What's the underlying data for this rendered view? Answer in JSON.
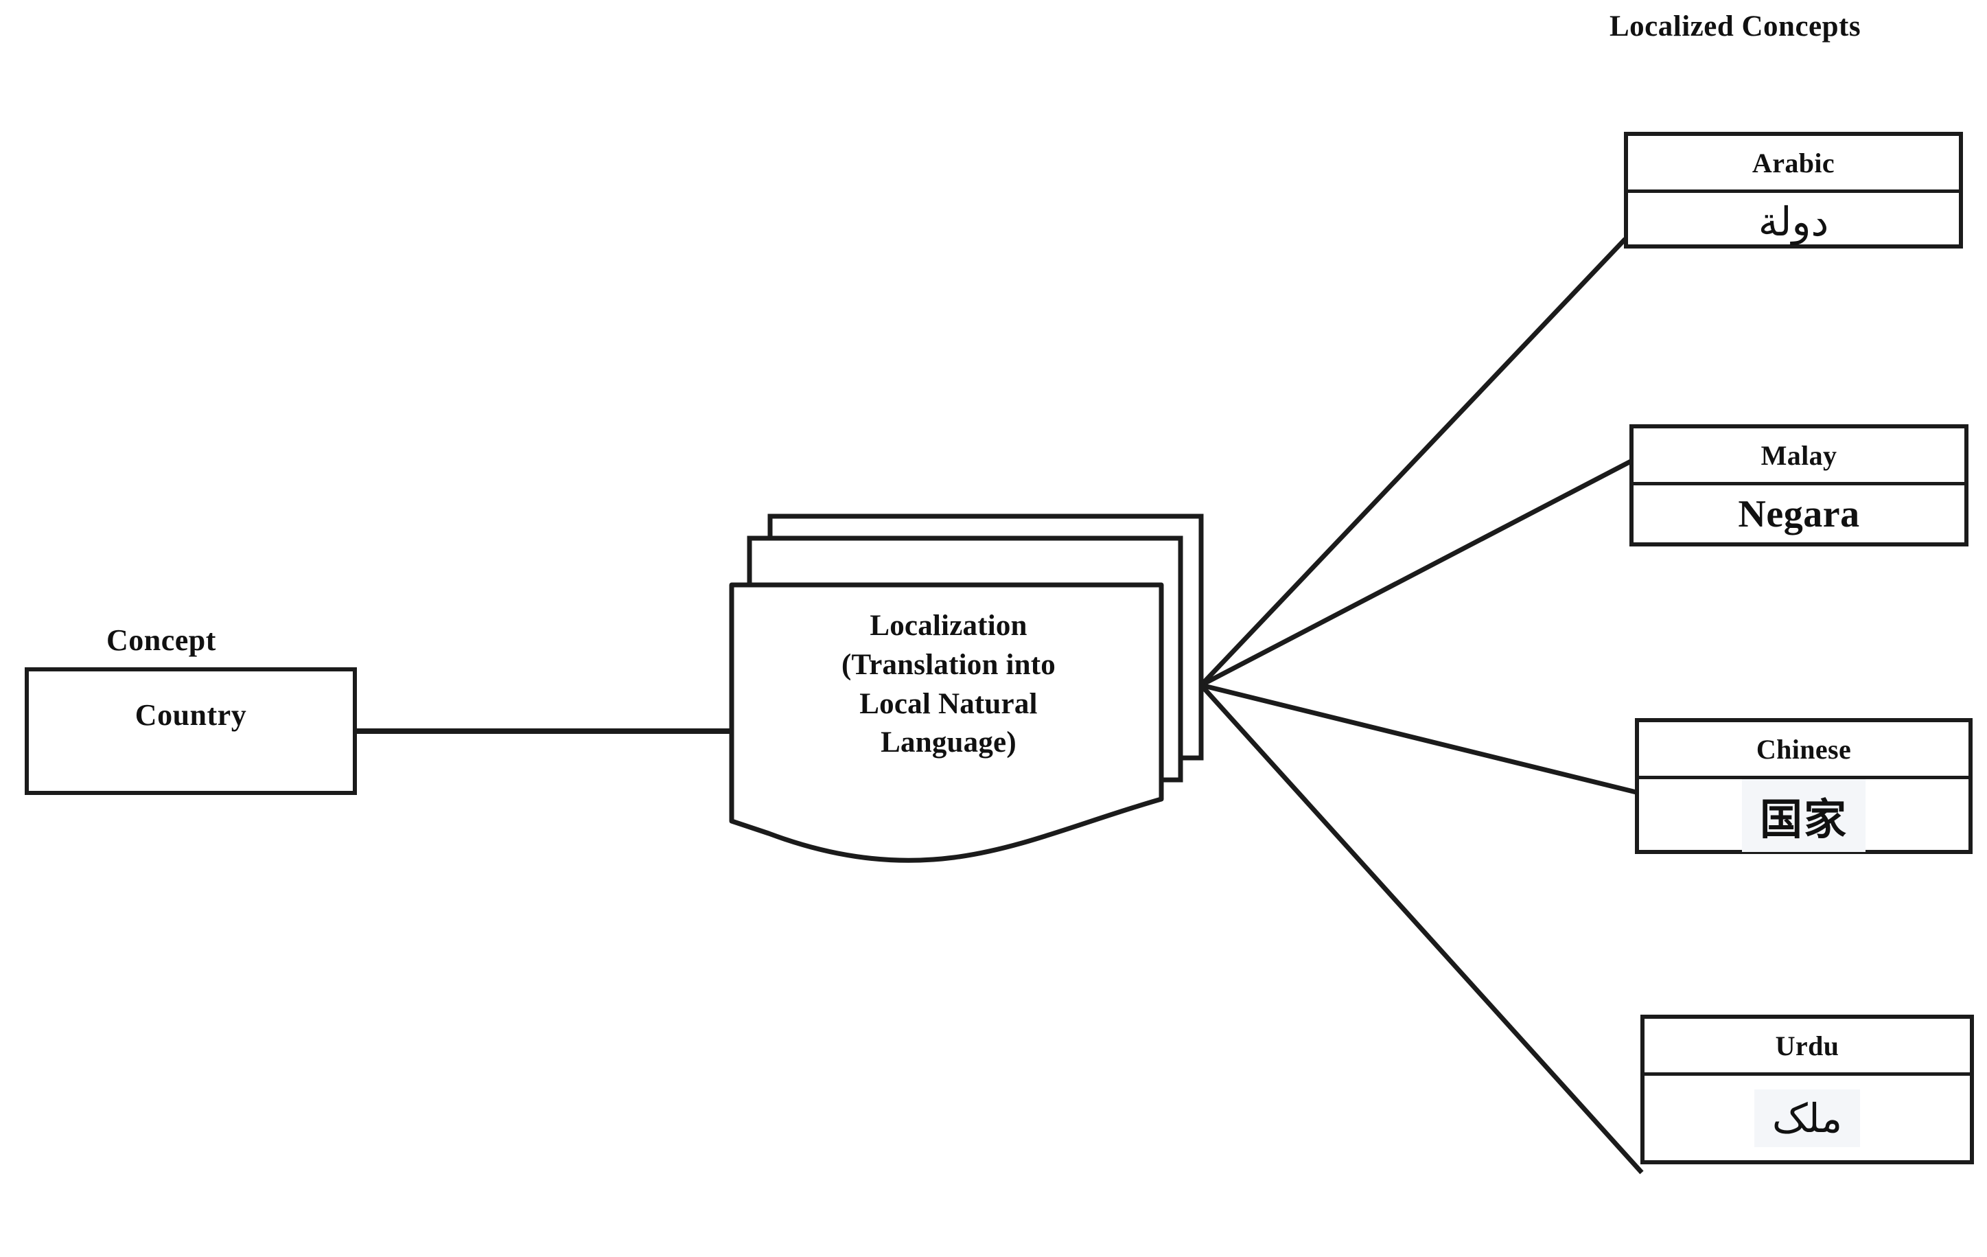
{
  "diagram": {
    "title": "Localized Concepts",
    "source": {
      "caption": "Concept",
      "value": "Country"
    },
    "process": {
      "label_line1": "Localization",
      "label_line2": "(Translation into",
      "label_line3": "Local Natural",
      "label_line4": "Language)",
      "shape": "document-stack",
      "stack_count": 3
    },
    "localized": [
      {
        "language": "Arabic",
        "term": "دولة",
        "script": "arabic"
      },
      {
        "language": "Malay",
        "term": "Negara",
        "script": "latin"
      },
      {
        "language": "Chinese",
        "term": "国家",
        "script": "cjk"
      },
      {
        "language": "Urdu",
        "term": "ملک",
        "script": "arabic"
      }
    ],
    "colors": {
      "stroke": "#1b1b1b",
      "text": "#111111",
      "background": "#ffffff",
      "highlight": "#f4f6f9"
    }
  }
}
